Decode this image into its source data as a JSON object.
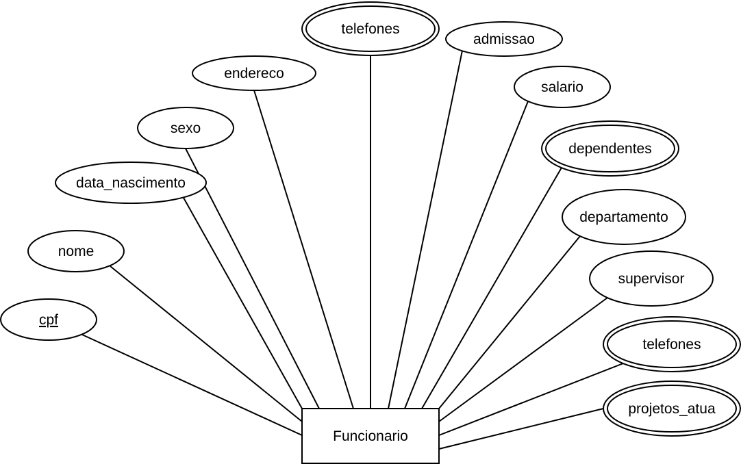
{
  "entity": {
    "label": "Funcionario"
  },
  "attributes": [
    {
      "id": "cpf",
      "label": "cpf",
      "key": true,
      "multivalued": false
    },
    {
      "id": "nome",
      "label": "nome",
      "key": false,
      "multivalued": false
    },
    {
      "id": "data-nascimento",
      "label": "data_nascimento",
      "key": false,
      "multivalued": false
    },
    {
      "id": "sexo",
      "label": "sexo",
      "key": false,
      "multivalued": false
    },
    {
      "id": "endereco",
      "label": "endereco",
      "key": false,
      "multivalued": false
    },
    {
      "id": "telefones-top",
      "label": "telefones",
      "key": false,
      "multivalued": true
    },
    {
      "id": "admissao",
      "label": "admissao",
      "key": false,
      "multivalued": false
    },
    {
      "id": "salario",
      "label": "salario",
      "key": false,
      "multivalued": false
    },
    {
      "id": "dependentes",
      "label": "dependentes",
      "key": false,
      "multivalued": true
    },
    {
      "id": "departamento",
      "label": "departamento",
      "key": false,
      "multivalued": false
    },
    {
      "id": "supervisor",
      "label": "supervisor",
      "key": false,
      "multivalued": false
    },
    {
      "id": "telefones-right",
      "label": "telefones",
      "key": false,
      "multivalued": true
    },
    {
      "id": "projetos-atua",
      "label": "projetos_atua",
      "key": false,
      "multivalued": true
    }
  ]
}
